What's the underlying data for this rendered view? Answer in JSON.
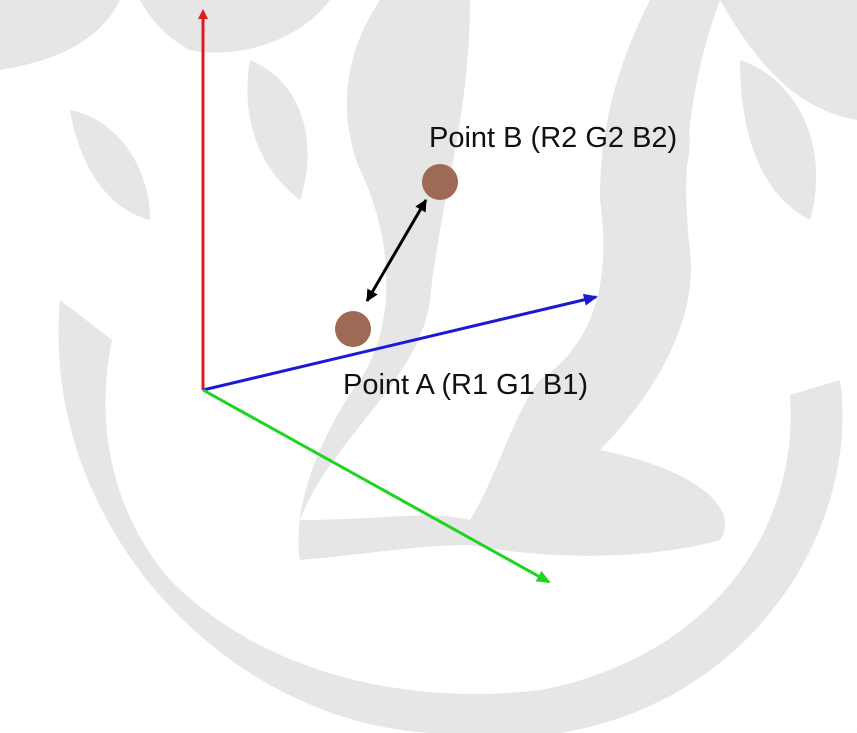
{
  "diagram": {
    "points": {
      "a": {
        "label": "Point A (R1 G1 B1)",
        "color": "#9e6a55"
      },
      "b": {
        "label": "Point B (R2 G2 B2)",
        "color": "#9e6a55"
      }
    },
    "axes": {
      "vertical_color": "#e01b1b",
      "horizontal_color": "#1a1ad6",
      "diagonal_color": "#1fd41f"
    },
    "connector_color": "#000000",
    "watermark": {
      "description": "tree-and-arc-watermark",
      "color": "#e6e6e6"
    }
  }
}
